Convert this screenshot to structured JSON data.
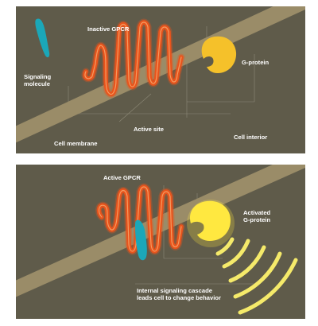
{
  "colors": {
    "background": "#5f5b4a",
    "membrane": "#9a8c68",
    "gpcr": "#e8541c",
    "gpcr_highlight": "#f49a60",
    "signaling_molecule": "#1ba7b8",
    "g_protein": "#f5c12a",
    "activated_g_protein": "#ffe840",
    "signal_wave": "#f5ea6a",
    "guide_lines": "#8e8a78",
    "label_text": "#ffffff"
  },
  "top_panel": {
    "labels": {
      "inactive_gpcr": "Inactive GPCR",
      "signaling_molecule": "Signaling\nmolecule",
      "g_protein": "G-protein",
      "active_site": "Active site",
      "cell_membrane": "Cell membrane",
      "cell_interior": "Cell interior"
    }
  },
  "bottom_panel": {
    "labels": {
      "active_gpcr": "Active GPCR",
      "activated_g_protein": "Activated\nG-protein",
      "cascade": "Internal signaling cascade\nleads cell to change behavior"
    }
  }
}
